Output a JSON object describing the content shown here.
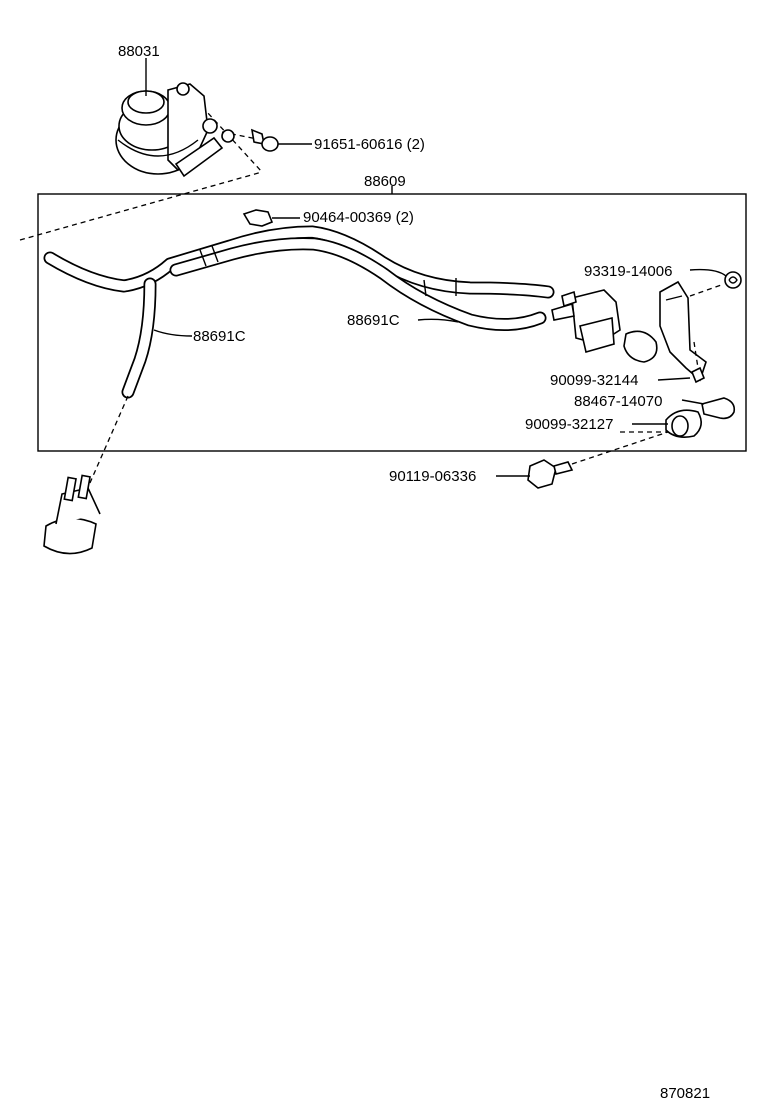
{
  "diagram": {
    "labels": {
      "valve": "88031",
      "bolt": "91651-60616 (2)",
      "assembly": "88609",
      "clamp": "90464-00369 (2)",
      "hose_left": "88691C",
      "hose_center": "88691C",
      "vsv_bolt": "93319-14006",
      "nut_upper": "90099-32144",
      "grommet": "88467-14070",
      "nut_lower": "90099-32127",
      "bolt_lower": "90119-06336"
    },
    "catalog_number": "870821"
  }
}
